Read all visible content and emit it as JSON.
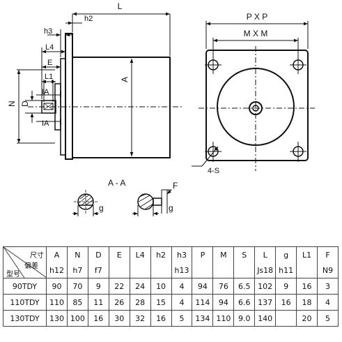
{
  "drawing": {
    "dims": {
      "L": "L",
      "h2": "h2",
      "h3": "h3",
      "L4": "L4",
      "E": "E",
      "L1": "L1",
      "N": "N",
      "D": "D",
      "IA_top": "IA",
      "IA_bottom": "IA",
      "A": "A",
      "PxP": "P X P",
      "MxM": "M X M",
      "four_s": "4-S",
      "section": "A - A",
      "F": "F",
      "g1": "g",
      "g2": "g"
    }
  },
  "table": {
    "corner": {
      "size_label": "尺寸",
      "diff_label": "偏差",
      "model_label": "型号"
    },
    "headers": [
      "A",
      "N",
      "D",
      "E",
      "L4",
      "h2",
      "h3",
      "P",
      "M",
      "S",
      "L",
      "g",
      "L1",
      "F"
    ],
    "tolerances": [
      "h12",
      "h7",
      "f7",
      "",
      "",
      "",
      "h13",
      "",
      "",
      "",
      "Js18",
      "h11",
      "",
      "N9"
    ],
    "rows": [
      {
        "model": "90TDY",
        "values": [
          "90",
          "70",
          "9",
          "22",
          "24",
          "10",
          "4",
          "94",
          "76",
          "6.5",
          "102",
          "9",
          "16",
          "3"
        ]
      },
      {
        "model": "110TDY",
        "values": [
          "110",
          "85",
          "11",
          "26",
          "28",
          "15",
          "4",
          "114",
          "94",
          "6.6",
          "137",
          "16",
          "18",
          "4"
        ]
      },
      {
        "model": "130TDY",
        "values": [
          "130",
          "100",
          "16",
          "30",
          "32",
          "16",
          "5",
          "134",
          "110",
          "9.0",
          "140",
          "",
          "20",
          "5"
        ]
      }
    ]
  }
}
